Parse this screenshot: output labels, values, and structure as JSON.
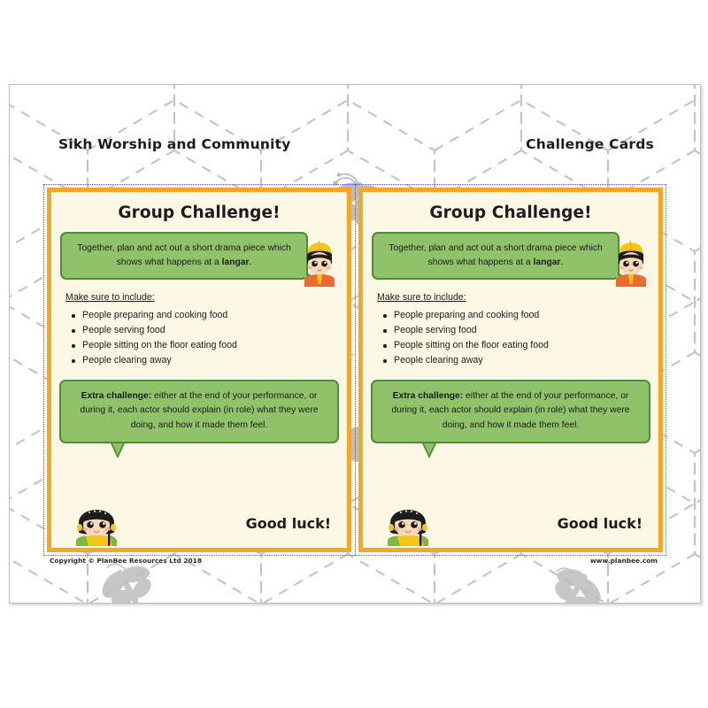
{
  "page": {
    "header_left": "Sikh Worship and Community",
    "header_right": "Challenge Cards",
    "footer_left": "Copyright © PlanBee Resources Ltd 2018",
    "footer_right": "www.planbee.com"
  },
  "colors": {
    "card_border": "#f5a623",
    "card_background": "#fdf8e6",
    "bubble_fill": "#8fc269",
    "bubble_border": "#4e8c3a",
    "cut_line": "#4a56c8",
    "watermark": "#bcbcbc",
    "text": "#1b1b1b"
  },
  "card": {
    "title": "Group Challenge!",
    "bubble": {
      "text_before": "Together, plan and act out a short drama piece which shows what happens at a ",
      "text_bold": "langar",
      "text_after": "."
    },
    "include_heading": "Make sure to include:",
    "include_items": [
      "People preparing and cooking food",
      "People serving food",
      "People sitting on the floor eating food",
      "People clearing away"
    ],
    "extra": {
      "label": "Extra challenge:",
      "text": " either at the end of your performance, or during it, each actor should explain (in role) what they were doing, and how it made them feel."
    },
    "good_luck": "Good luck!"
  },
  "cards": [
    {
      "id": "challenge-card-left"
    },
    {
      "id": "challenge-card-right"
    }
  ],
  "icons": {
    "boy": "sikh-boy-avatar-icon",
    "girl": "sikh-girl-avatar-icon",
    "butterfly": "butterfly-watermark-icon",
    "hexagon": "hexagon-watermark-icon"
  }
}
